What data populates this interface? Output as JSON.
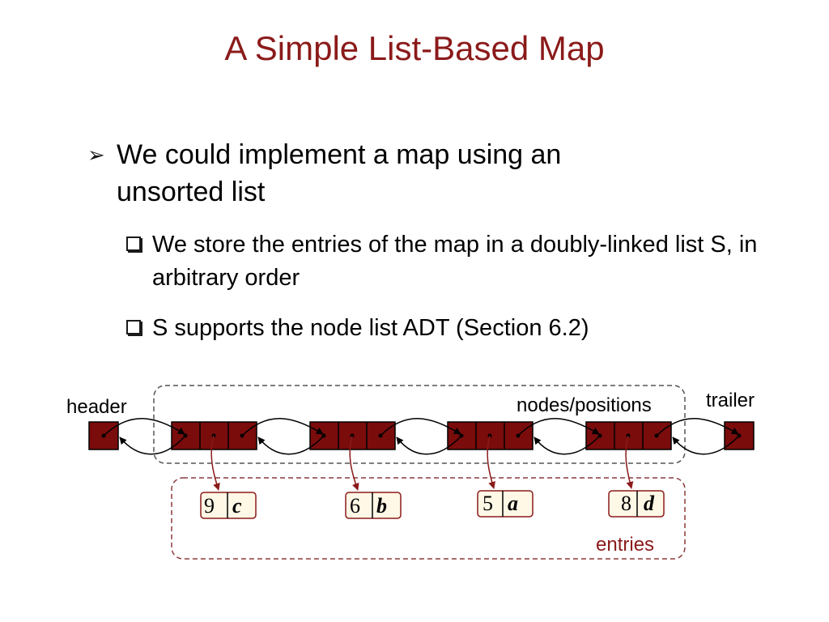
{
  "title": "A Simple List-Based Map",
  "bullets": [
    {
      "text": "We could implement a map using an unsorted list",
      "sub": [
        "We store the entries of the map in a doubly-linked list S, in arbitrary order",
        "S supports the node list ADT (Section 6.2)"
      ]
    }
  ],
  "diagram": {
    "header_label": "header",
    "trailer_label": "trailer",
    "nodes_label": "nodes/positions",
    "entries_label": "entries",
    "entries": [
      {
        "key": "9",
        "value": "c"
      },
      {
        "key": "6",
        "value": "b"
      },
      {
        "key": "5",
        "value": "a"
      },
      {
        "key": "8",
        "value": "d"
      }
    ]
  },
  "colors": {
    "accent": "#8b1a1a",
    "node_fill": "#7a0c0c",
    "entry_fill": "#fff8e6",
    "dashed_border": "#555555",
    "entries_border": "#8b3a3a"
  }
}
